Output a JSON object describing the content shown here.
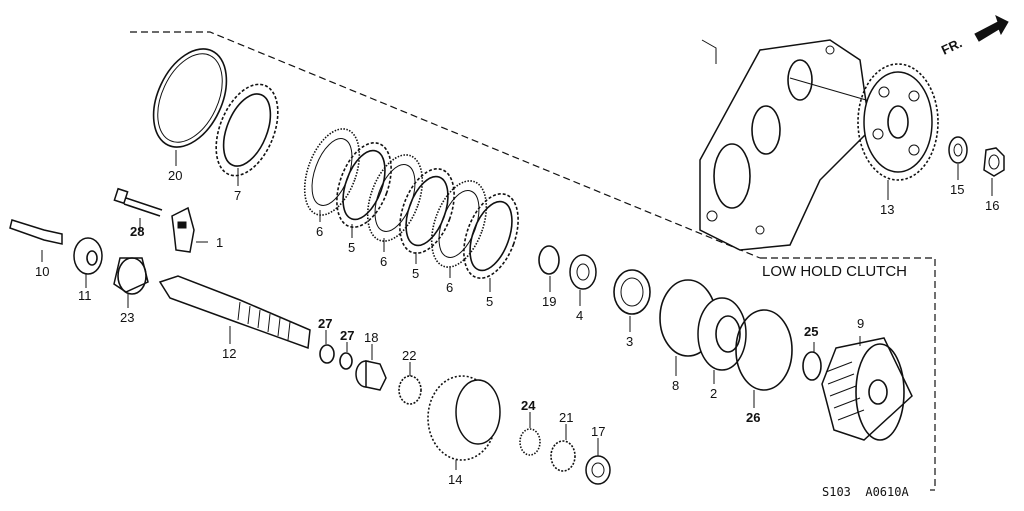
{
  "diagram": {
    "section_title": "LOW HOLD CLUTCH",
    "direction_label": "FR.",
    "figure_code": "S103  A0610A",
    "parts": {
      "p1": "1",
      "p2": "2",
      "p3": "3",
      "p4": "4",
      "p5a": "5",
      "p5b": "5",
      "p5c": "5",
      "p6a": "6",
      "p6b": "6",
      "p6c": "6",
      "p7": "7",
      "p8": "8",
      "p9": "9",
      "p10": "10",
      "p11": "11",
      "p12": "12",
      "p13": "13",
      "p14": "14",
      "p15": "15",
      "p16": "16",
      "p17": "17",
      "p18": "18",
      "p19": "19",
      "p20": "20",
      "p21": "21",
      "p22": "22",
      "p23": "23",
      "p24": "24",
      "p25": "25",
      "p26": "26",
      "p27a": "27",
      "p27b": "27",
      "p28": "28"
    }
  }
}
